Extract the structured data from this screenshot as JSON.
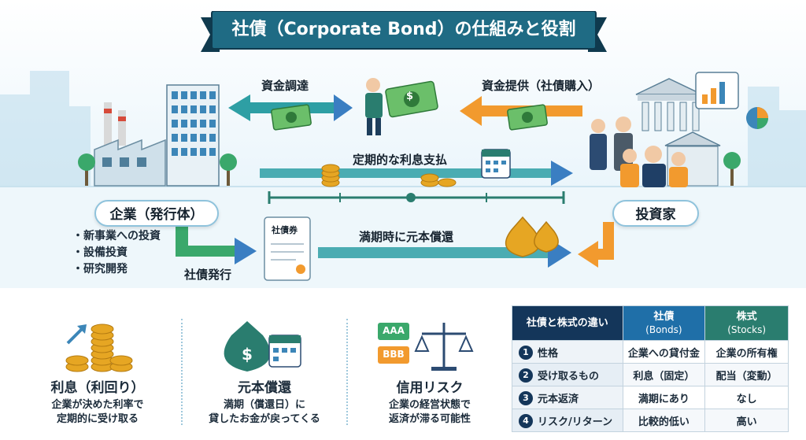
{
  "title": "社債（Corporate Bond）の仕組みと役割",
  "flow": {
    "funding": "資金調達",
    "provide": "資金提供（社債購入）",
    "interest": "定期的な利息支払",
    "issue": "社債発行",
    "redeem": "満期時に元本償還",
    "certificate": "社債券"
  },
  "issuer": {
    "label": "企業（発行体）",
    "uses": [
      "・新事業への投資",
      "・設備投資",
      "・研究開発"
    ]
  },
  "investor": {
    "label": "投資家"
  },
  "features": [
    {
      "title": "利息（利回り）",
      "desc": [
        "企業が決めた利率で",
        "定期的に受け取る"
      ]
    },
    {
      "title": "元本償還",
      "desc": [
        "満期（償還日）に",
        "貸したお金が戻ってくる"
      ]
    },
    {
      "title": "信用リスク",
      "desc": [
        "企業の経営状態で",
        "返済が滞る可能性"
      ]
    }
  ],
  "ratings": [
    "AAA",
    "BBB"
  ],
  "money_symbol": "$",
  "comparison": {
    "headers": [
      "社債と株式の違い",
      "社債",
      "株式"
    ],
    "subheaders": [
      "(Bonds)",
      "(Stocks)"
    ],
    "rows": [
      {
        "num": "1",
        "label": "性格",
        "bond": "企業への貸付金",
        "stock": "企業の所有権"
      },
      {
        "num": "2",
        "label": "受け取るもの",
        "bond": "利息（固定）",
        "stock": "配当（変動）"
      },
      {
        "num": "3",
        "label": "元本返済",
        "bond": "満期にあり",
        "stock": "なし"
      },
      {
        "num": "4",
        "label": "リスク/リターン",
        "bond": "比較的低い",
        "stock": "高い"
      }
    ]
  },
  "colors": {
    "navy": "#14365a",
    "teal": "#2a7d6f",
    "blue": "#1f6fa8",
    "orange": "#f29a2e",
    "green": "#3aa86b",
    "gold": "#e6a623"
  }
}
